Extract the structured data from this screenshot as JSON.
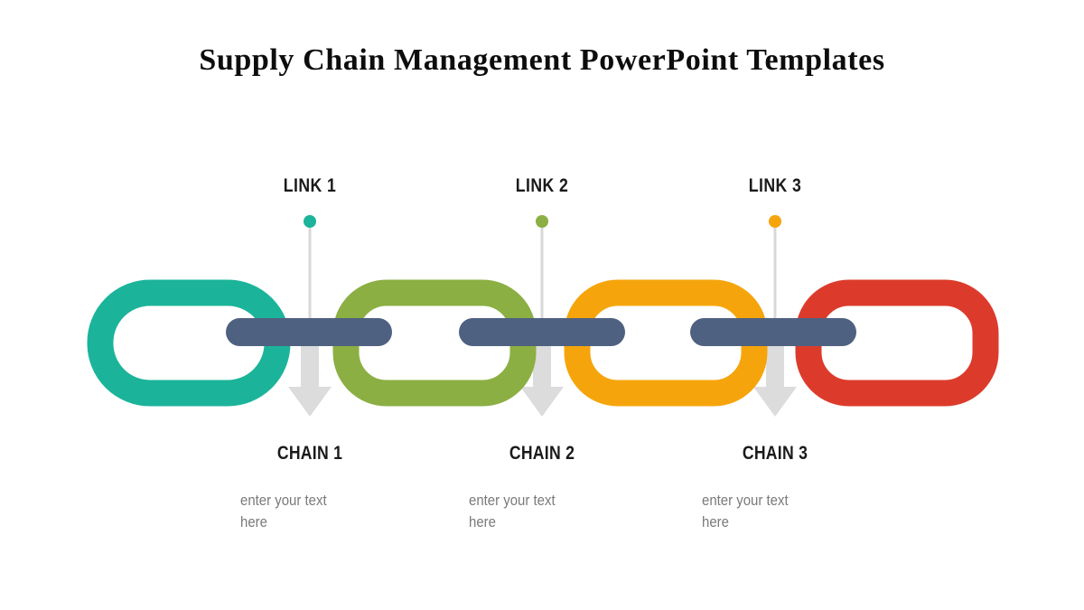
{
  "slide": {
    "title": "Supply Chain Management PowerPoint Templates",
    "background_color": "#FFFFFF"
  },
  "palette": {
    "link_teal": "#1BB49A",
    "link_olive": "#8BAF43",
    "link_orange": "#F5A50B",
    "link_red": "#DC3B2C",
    "connector_bar": "#4F6180",
    "arrow_gray": "#DCDCDC",
    "stem_gray": "#D8D8D8",
    "title_color": "#0D0D0D",
    "label_color": "#1A1A1A",
    "body_color": "#7A7A7A"
  },
  "chain_links": [
    {
      "name": "link-1",
      "color": "#1BB49A"
    },
    {
      "name": "link-2",
      "color": "#8BAF43"
    },
    {
      "name": "link-3",
      "color": "#F5A50B"
    },
    {
      "name": "link-4",
      "color": "#DC3B2C"
    }
  ],
  "connector_bars": [
    {
      "name": "connector-bar-1",
      "color": "#4F6180"
    },
    {
      "name": "connector-bar-2",
      "color": "#4F6180"
    },
    {
      "name": "connector-bar-3",
      "color": "#4F6180"
    }
  ],
  "callouts": [
    {
      "link_label": "LINK 1",
      "dot_color": "#1BB49A",
      "chain_label": "CHAIN 1",
      "body_text": "enter your text here"
    },
    {
      "link_label": "LINK 2",
      "dot_color": "#8BAF43",
      "chain_label": "CHAIN 2",
      "body_text": "enter your text here"
    },
    {
      "link_label": "LINK 3",
      "dot_color": "#F5A50B",
      "chain_label": "CHAIN 3",
      "body_text": "enter your text here"
    }
  ]
}
